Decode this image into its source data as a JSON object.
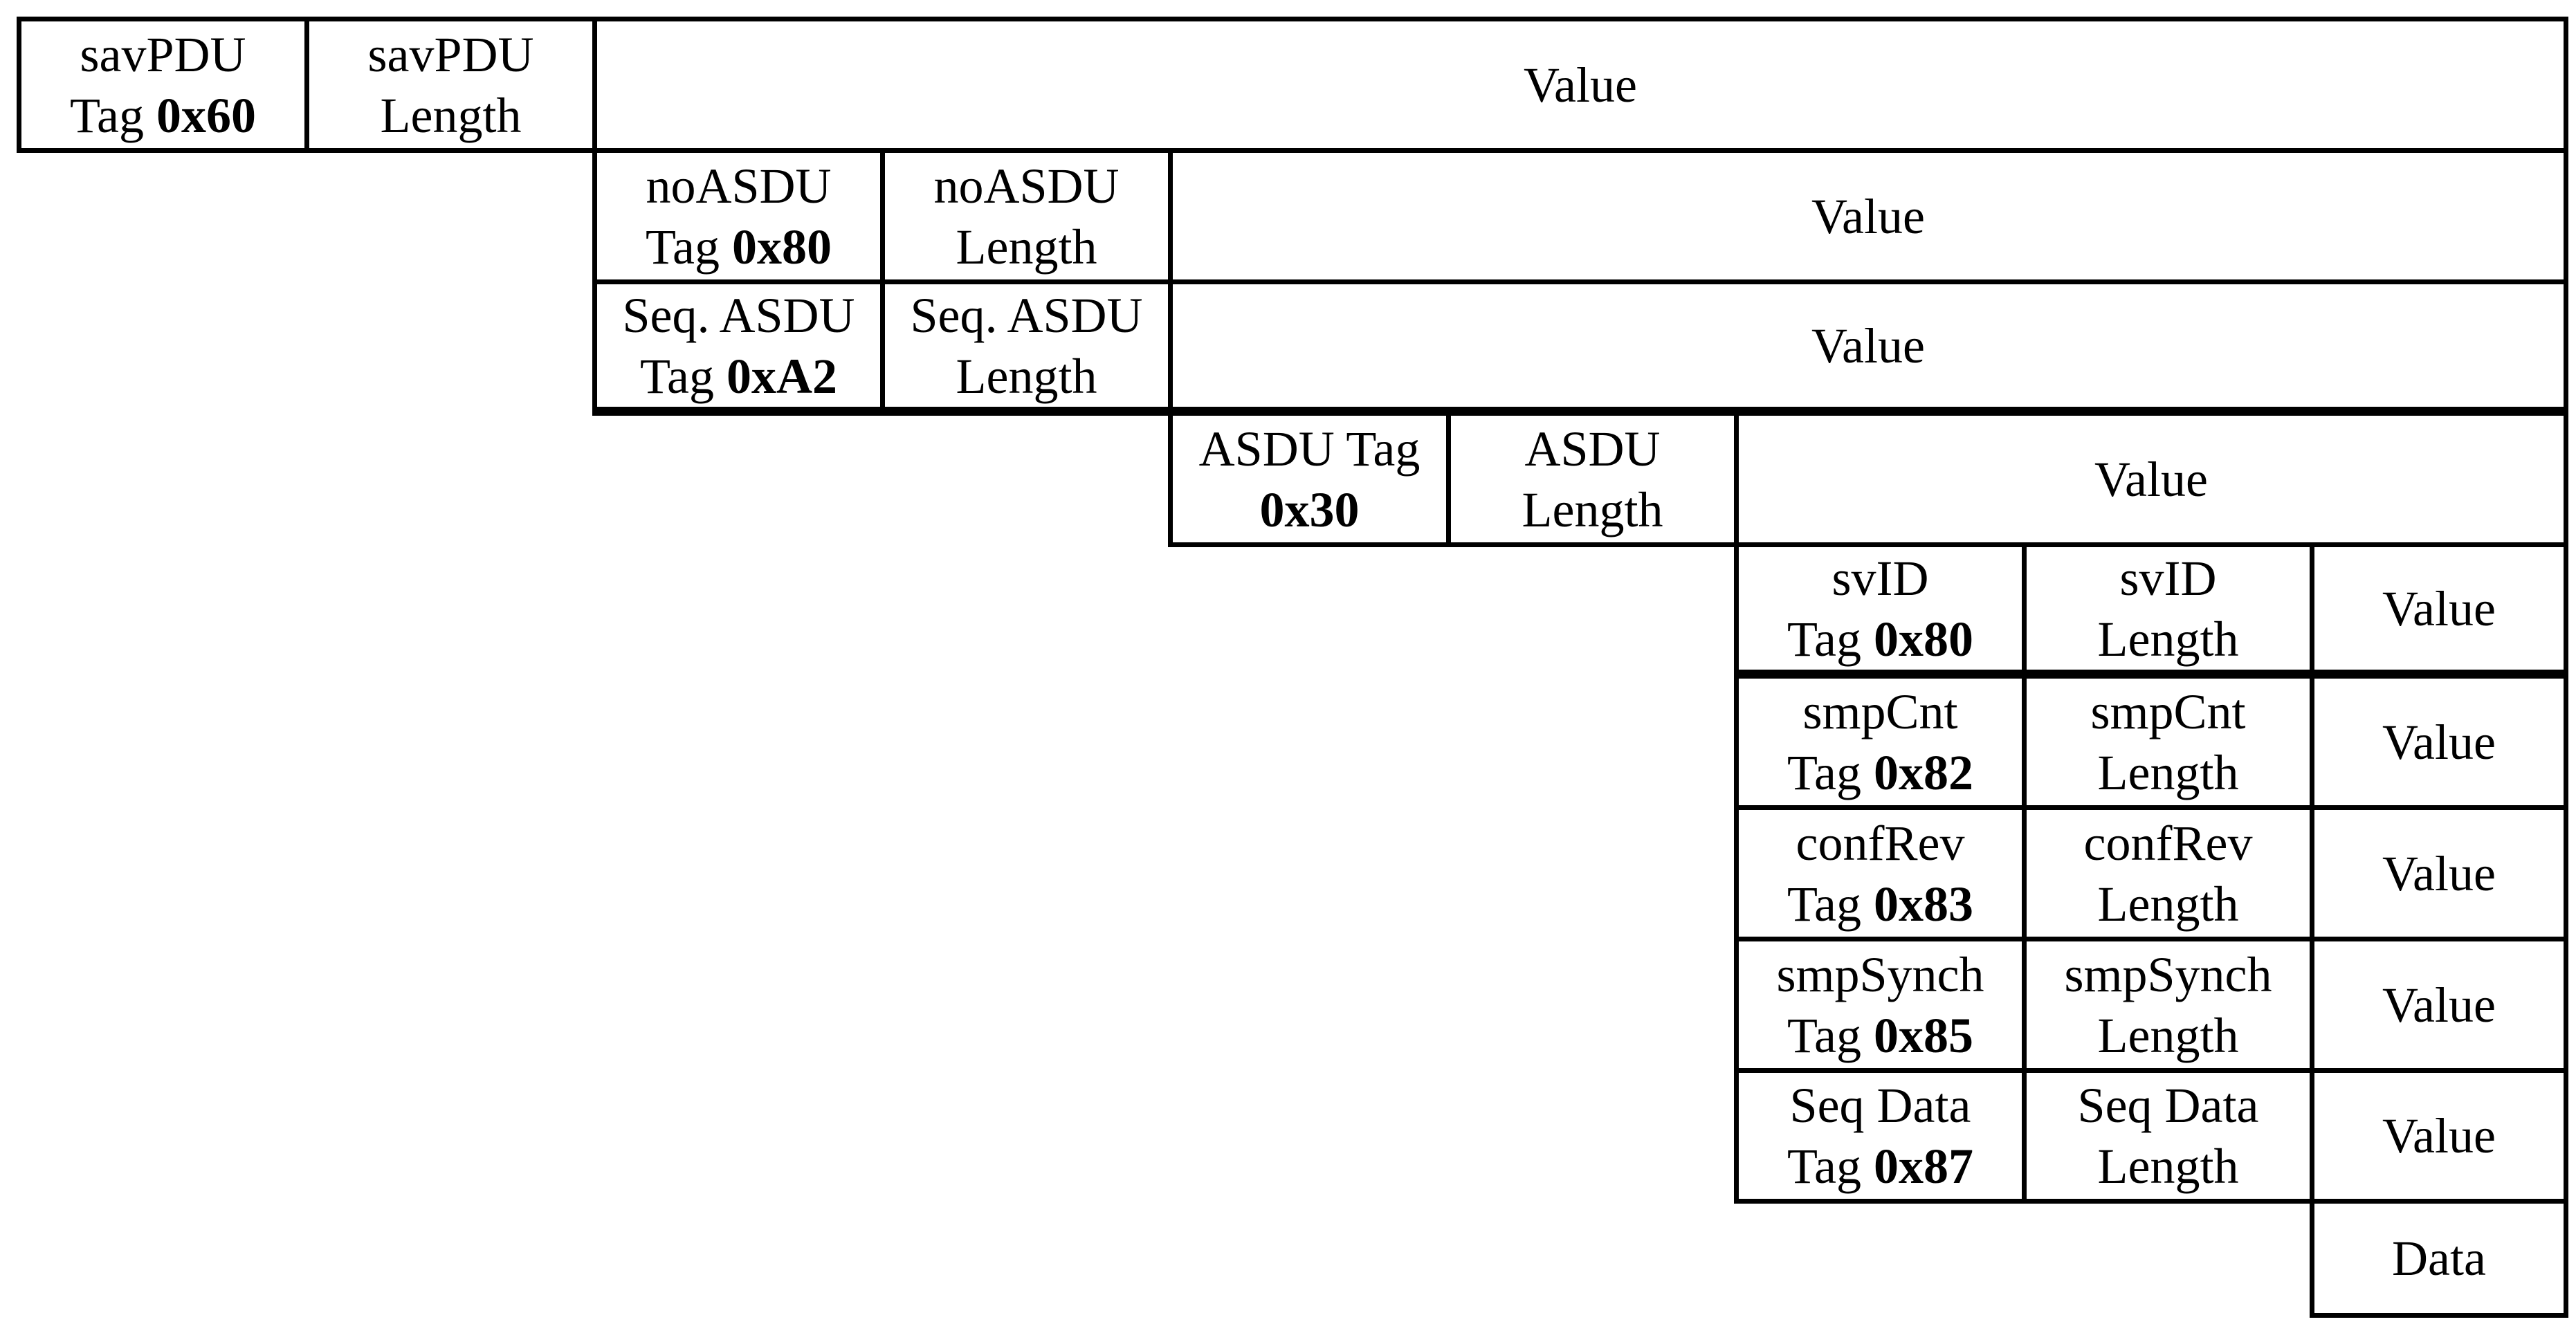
{
  "style": {
    "background": "#ffffff",
    "line_color": "#000000",
    "text_color": "#000000"
  },
  "diagram": {
    "rows": [
      {
        "tag_line1": "savPDU",
        "tag_prefix": "Tag ",
        "tag_hex": "0x60",
        "length_line1": "savPDU",
        "length_line2": "Length",
        "value": "Value"
      },
      {
        "tag_line1": "noASDU",
        "tag_prefix": "Tag ",
        "tag_hex": "0x80",
        "length_line1": "noASDU",
        "length_line2": "Length",
        "value": "Value"
      },
      {
        "tag_line1": "Seq. ASDU",
        "tag_prefix": "Tag ",
        "tag_hex": "0xA2",
        "length_line1": "Seq. ASDU",
        "length_line2": "Length",
        "value": "Value"
      },
      {
        "tag_line1": "ASDU Tag",
        "tag_prefix": "",
        "tag_hex": "0x30",
        "length_line1": "ASDU",
        "length_line2": "Length",
        "value": "Value"
      },
      {
        "tag_line1": "svID",
        "tag_prefix": "Tag ",
        "tag_hex": "0x80",
        "length_line1": "svID",
        "length_line2": "Length",
        "value": "Value"
      },
      {
        "tag_line1": "smpCnt",
        "tag_prefix": "Tag ",
        "tag_hex": "0x82",
        "length_line1": "smpCnt",
        "length_line2": "Length",
        "value": "Value"
      },
      {
        "tag_line1": "confRev",
        "tag_prefix": "Tag ",
        "tag_hex": "0x83",
        "length_line1": "confRev",
        "length_line2": "Length",
        "value": "Value"
      },
      {
        "tag_line1": "smpSynch",
        "tag_prefix": "Tag ",
        "tag_hex": "0x85",
        "length_line1": "smpSynch",
        "length_line2": "Length",
        "value": "Value"
      },
      {
        "tag_line1": "Seq Data",
        "tag_prefix": "Tag ",
        "tag_hex": "0x87",
        "length_line1": "Seq Data",
        "length_line2": "Length",
        "value": "Value"
      }
    ],
    "data_label": "Data"
  }
}
